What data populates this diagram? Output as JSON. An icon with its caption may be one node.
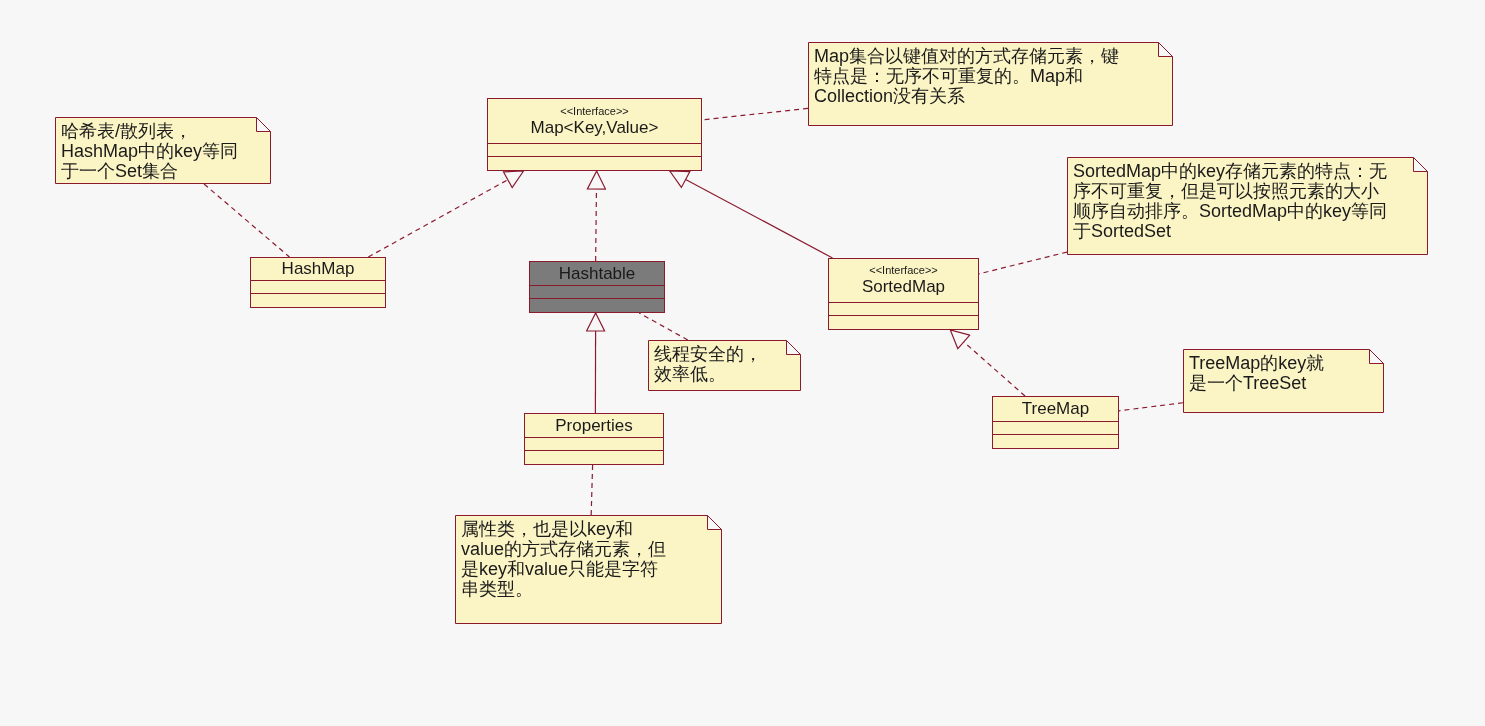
{
  "diagram": {
    "nodes": [
      {
        "text": [
          "<<Interface>>",
          "Map<Key,Value>"
        ]
      },
      {
        "text": [
          "Map集合以键值对的方式存储元素，键特点是：无序不可重复的。Map和Collection没有关系"
        ]
      },
      {
        "text": [
          "哈希表/散列表，HashMap中的key等同于一个Set集合"
        ]
      },
      {
        "text": [
          "HashMap"
        ]
      },
      {
        "text": [
          "Hashtable"
        ]
      },
      {
        "text": [
          "<<Interface>>",
          "SortedMap"
        ]
      },
      {
        "text": [
          "SortedMap中的key存储元素的特点：无序不可重复，但是可以按照元素的大小顺序自动排序。SortedMap中的key等同于SortedSet"
        ]
      },
      {
        "text": [
          "线程安全的，效率低。"
        ]
      },
      {
        "text": [
          "Properties"
        ]
      },
      {
        "text": [
          "TreeMap"
        ]
      },
      {
        "text": [
          "TreeMap的key就是一个TreeSet"
        ]
      },
      {
        "text": [
          "属性类，也是以key和value的方式存储元素，但是key和value只能是字符串类型。"
        ]
      }
    ],
    "edges": [
      {
        "from": 3,
        "to": 0,
        "arrow": "to",
        "style": "dashed"
      },
      {
        "from": 4,
        "to": 0,
        "arrow": "to",
        "style": "dashed"
      },
      {
        "from": 5,
        "to": 0,
        "arrow": "to"
      },
      {
        "from": 8,
        "to": 4,
        "arrow": "to"
      },
      {
        "from": 9,
        "to": 5,
        "arrow": "to",
        "style": "dashed"
      },
      {
        "from": 1,
        "to": 0,
        "arrow": "none",
        "style": "dashed"
      },
      {
        "from": 2,
        "to": 3,
        "arrow": "none",
        "style": "dashed"
      },
      {
        "from": 7,
        "to": 4,
        "arrow": "none",
        "style": "dashed"
      },
      {
        "from": 6,
        "to": 5,
        "arrow": "none",
        "style": "dashed"
      },
      {
        "from": 10,
        "to": 9,
        "arrow": "none",
        "style": "dashed"
      },
      {
        "from": 11,
        "to": 8,
        "arrow": "none",
        "style": "dashed"
      }
    ]
  }
}
